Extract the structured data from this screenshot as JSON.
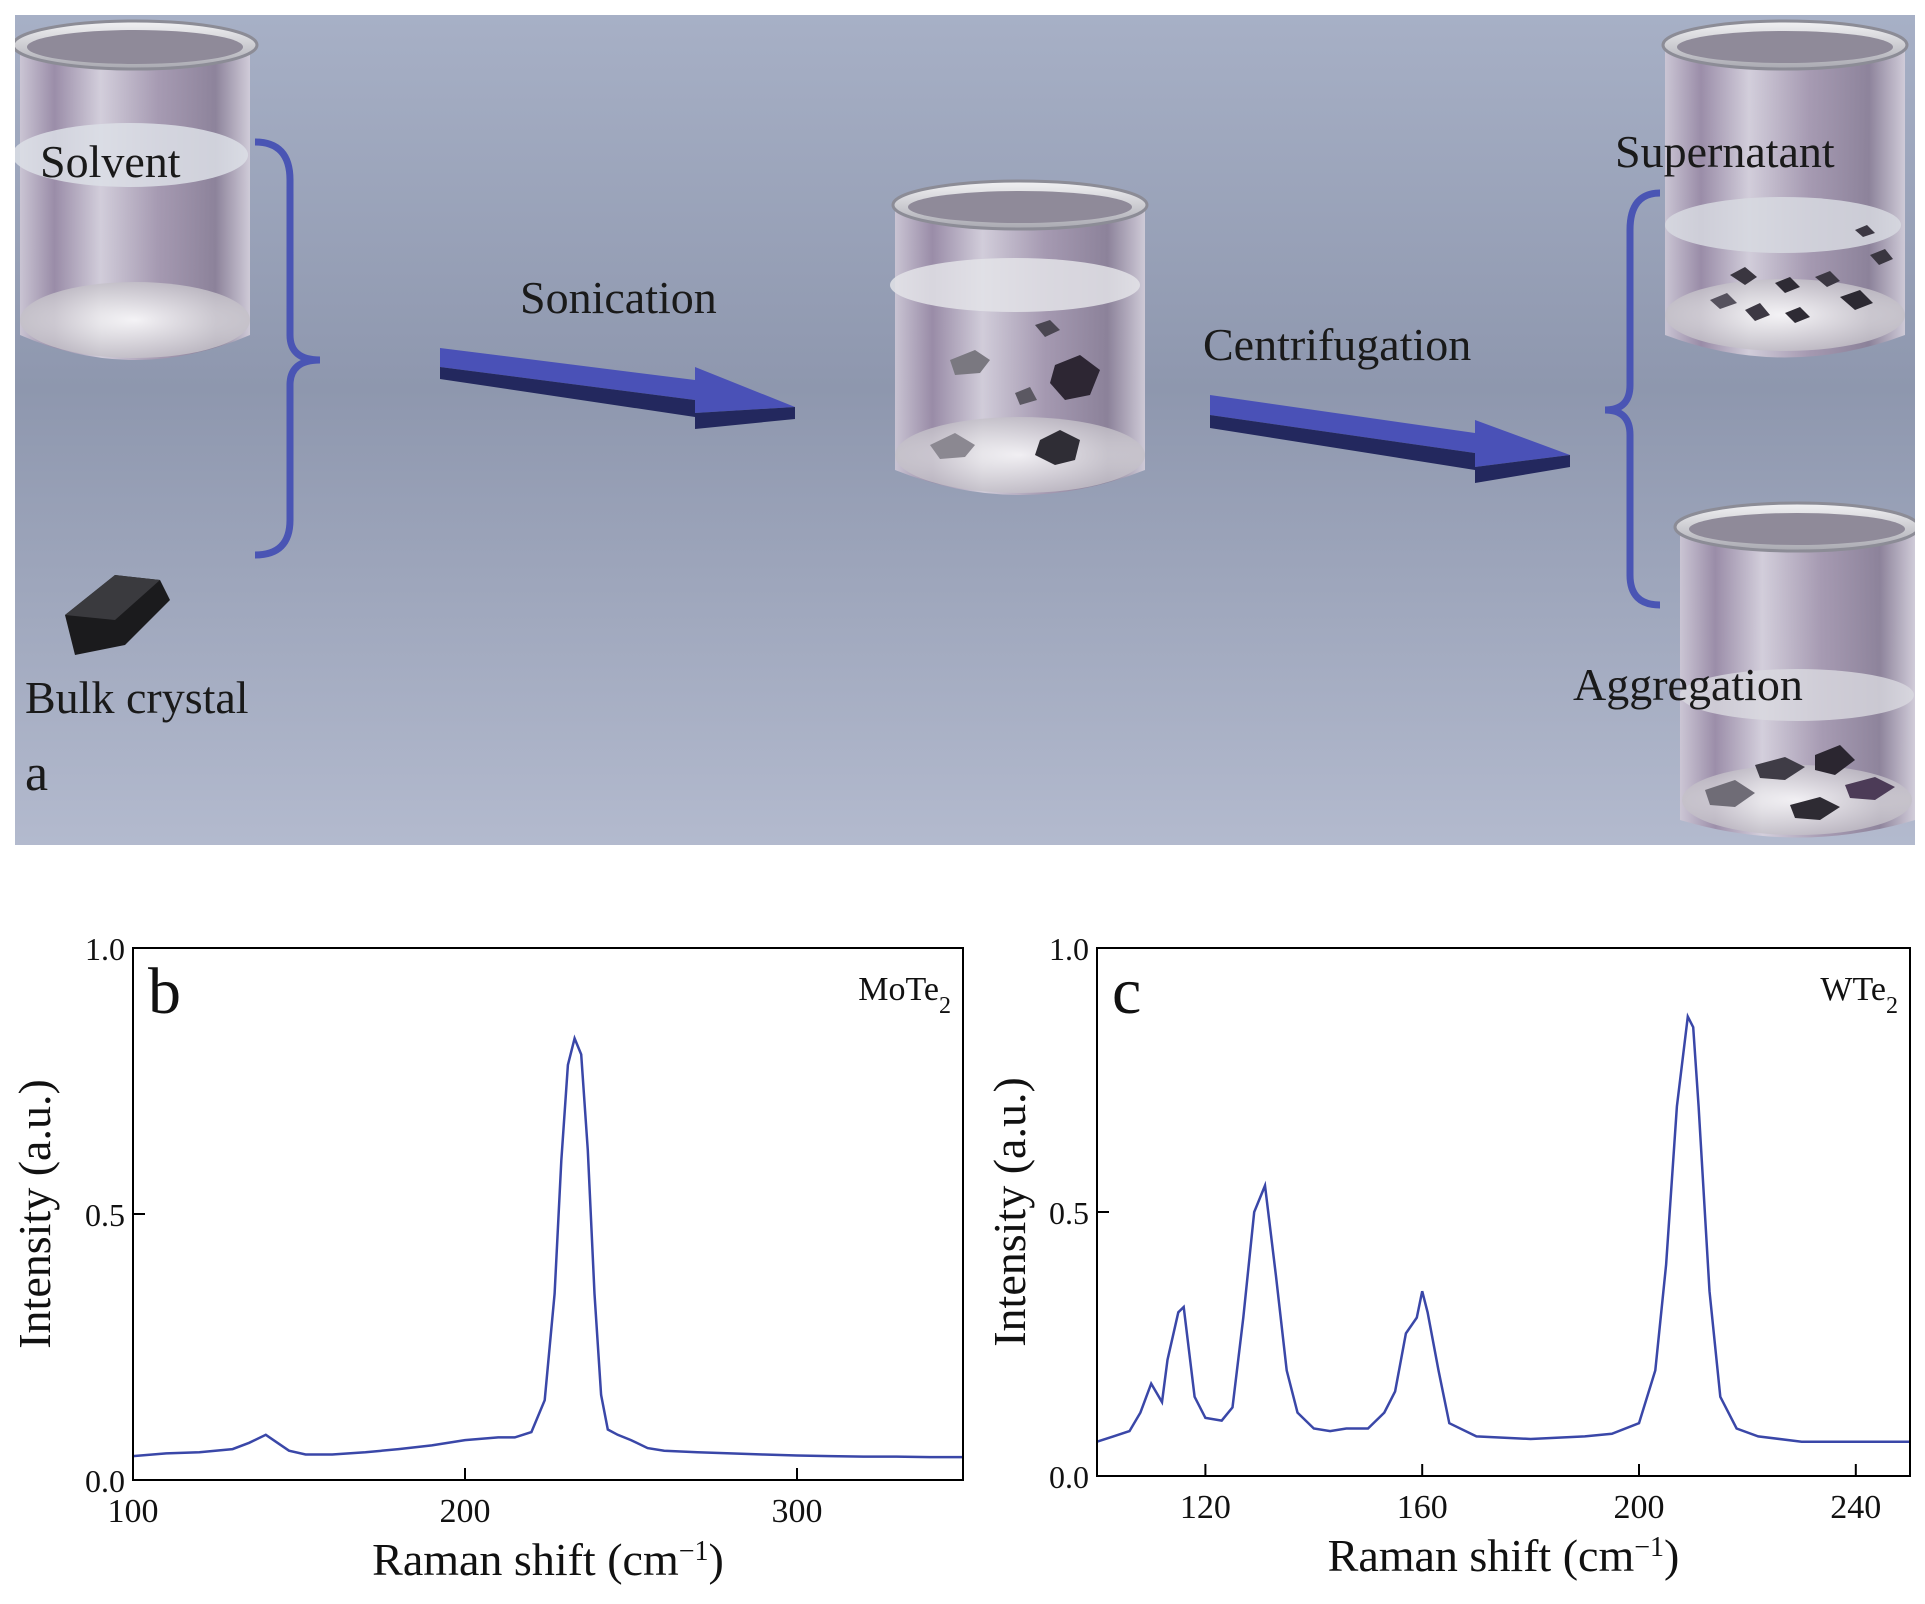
{
  "panel_a": {
    "label": "a",
    "solvent": "Solvent",
    "bulk_crystal": "Bulk crystal",
    "sonication": "Sonication",
    "centrifugation": "Centrifugation",
    "supernatant": "Supernatant",
    "aggregation": "Aggregation",
    "colors": {
      "background": "#a4acc2",
      "arrow": "#3f46a8",
      "brace": "#4a55b4"
    }
  },
  "chart_data": [
    {
      "type": "line",
      "panel_label": "b",
      "annotation": "MoTe",
      "annotation_subscript": "2",
      "xlabel": "Raman shift (cm",
      "xlabel_sup": "−1",
      "xlabel_end": ")",
      "ylabel": "Intensity (a.u.)",
      "xlim": [
        100,
        350
      ],
      "ylim": [
        0.0,
        1.0
      ],
      "xticks": [
        100,
        200,
        300
      ],
      "xtick_labels": [
        "100",
        "200",
        "300"
      ],
      "yticks": [
        0.0,
        0.5,
        1.0
      ],
      "ytick_labels": [
        "0.0",
        "0.5",
        "1.0"
      ],
      "color": "#3a47a8",
      "series": [
        {
          "x": [
            100,
            110,
            120,
            130,
            135,
            140,
            143,
            147,
            152,
            160,
            170,
            180,
            190,
            200,
            210,
            215,
            220,
            224,
            227,
            229,
            231,
            233,
            235,
            237,
            239,
            241,
            243,
            246,
            250,
            255,
            260,
            270,
            280,
            290,
            300,
            310,
            320,
            330,
            340,
            350
          ],
          "y": [
            0.045,
            0.05,
            0.052,
            0.058,
            0.07,
            0.085,
            0.072,
            0.055,
            0.048,
            0.048,
            0.052,
            0.058,
            0.065,
            0.075,
            0.08,
            0.08,
            0.09,
            0.15,
            0.35,
            0.6,
            0.78,
            0.83,
            0.8,
            0.62,
            0.35,
            0.16,
            0.095,
            0.085,
            0.075,
            0.06,
            0.055,
            0.052,
            0.05,
            0.048,
            0.046,
            0.045,
            0.044,
            0.044,
            0.043,
            0.043
          ]
        }
      ]
    },
    {
      "type": "line",
      "panel_label": "c",
      "annotation": "WTe",
      "annotation_subscript": "2",
      "xlabel": "Raman shift (cm",
      "xlabel_sup": "−1",
      "xlabel_end": ")",
      "ylabel": "Intensity (a.u.)",
      "xlim": [
        100,
        250
      ],
      "ylim": [
        0.0,
        1.0
      ],
      "xticks": [
        120,
        160,
        200,
        240
      ],
      "xtick_labels": [
        "120",
        "160",
        "200",
        "240"
      ],
      "yticks": [
        0.0,
        0.5,
        1.0
      ],
      "ytick_labels": [
        "0.0",
        "0.5",
        "1.0"
      ],
      "color": "#3a47a8",
      "series": [
        {
          "x": [
            100,
            103,
            106,
            108,
            110,
            112,
            113,
            115,
            116,
            118,
            120,
            123,
            125,
            127,
            129,
            131,
            133,
            135,
            137,
            140,
            143,
            146,
            150,
            153,
            155,
            157,
            159,
            160,
            161,
            163,
            165,
            170,
            180,
            190,
            195,
            200,
            203,
            205,
            207,
            209,
            210,
            211,
            213,
            215,
            218,
            222,
            230,
            240,
            250
          ],
          "y": [
            0.065,
            0.075,
            0.085,
            0.12,
            0.175,
            0.14,
            0.22,
            0.31,
            0.32,
            0.15,
            0.11,
            0.105,
            0.13,
            0.3,
            0.5,
            0.55,
            0.38,
            0.2,
            0.12,
            0.09,
            0.085,
            0.09,
            0.09,
            0.12,
            0.16,
            0.27,
            0.3,
            0.35,
            0.31,
            0.2,
            0.1,
            0.075,
            0.07,
            0.075,
            0.08,
            0.1,
            0.2,
            0.4,
            0.7,
            0.87,
            0.85,
            0.7,
            0.35,
            0.15,
            0.09,
            0.075,
            0.065,
            0.065,
            0.065
          ]
        }
      ]
    }
  ]
}
